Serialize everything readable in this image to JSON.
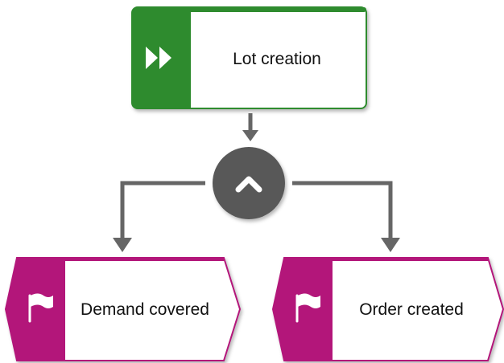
{
  "diagram": {
    "function": {
      "label": "Lot creation",
      "icon": "fast-forward-icon",
      "color": "#2e8b2e"
    },
    "connector": {
      "type": "AND",
      "icon": "and-chevron-icon",
      "color": "#595959"
    },
    "events": [
      {
        "label": "Demand covered",
        "icon": "flag-icon",
        "color": "#b3177a"
      },
      {
        "label": "Order created",
        "icon": "flag-icon",
        "color": "#b3177a"
      }
    ],
    "arrow_color": "#666666"
  }
}
